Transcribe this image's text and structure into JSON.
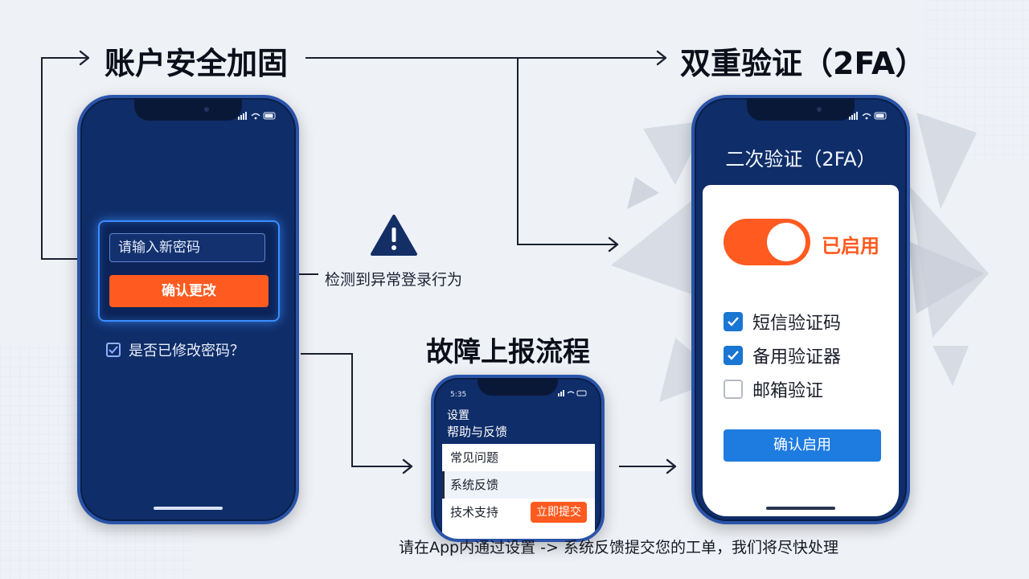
{
  "titles": {
    "account_security": "账户安全加固",
    "two_factor": "双重验证（2FA）",
    "fault_report": "故障上报流程"
  },
  "password_phone": {
    "input_placeholder": "请输入新密码",
    "confirm_button": "确认更改",
    "checkbox_label": "是否已修改密码？",
    "checkbox_checked": true
  },
  "warning": {
    "icon": "warning-triangle-icon",
    "text": "检测到异常登录行为"
  },
  "support_phone": {
    "time": "5:35",
    "settings_label": "设置",
    "section_title": "帮助与反馈",
    "rows": [
      {
        "label": "常见问题"
      },
      {
        "label": "系统反馈"
      },
      {
        "label": "技术支持",
        "action": "立即提交"
      }
    ]
  },
  "twofa_phone": {
    "header": "二次验证（2FA）",
    "toggle_label": "已启用",
    "toggle_on": true,
    "options": [
      {
        "label": "短信验证码",
        "checked": true
      },
      {
        "label": "备用验证器",
        "checked": true
      },
      {
        "label": "邮箱验证",
        "checked": false
      }
    ],
    "confirm_button": "确认启用"
  },
  "footer": {
    "note": "请在App内通过设置 -> 系统反馈提交您的工单，我们将尽快处理"
  },
  "colors": {
    "phone_body": "#0f2d68",
    "accent_orange": "#ff5a1f",
    "accent_blue": "#1e7be0",
    "glow_blue": "#3a8dff"
  }
}
